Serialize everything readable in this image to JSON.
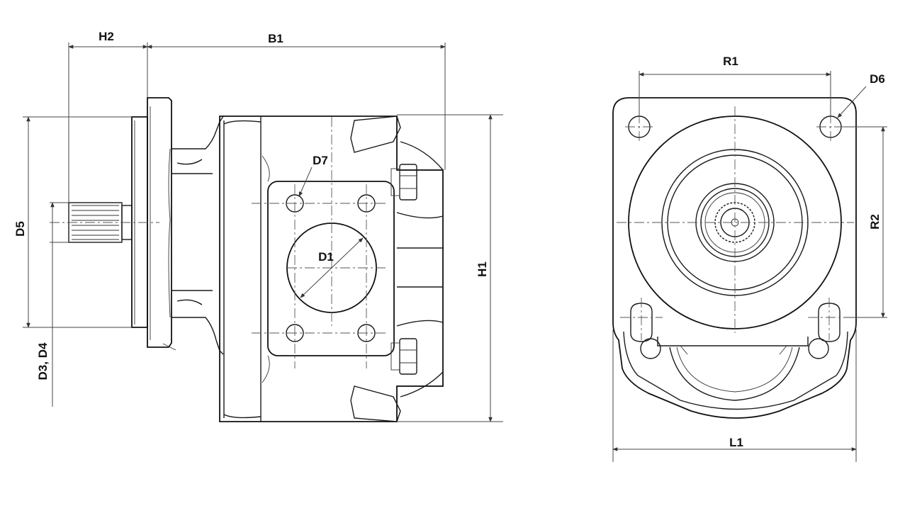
{
  "labels": {
    "h2": "H2",
    "b1": "B1",
    "d5": "D5",
    "d3_d4": "D3,  D4",
    "d7": "D7",
    "d1": "D1",
    "h1": "H1",
    "r1": "R1",
    "d6": "D6",
    "r2": "R2",
    "l1": "L1"
  },
  "colors": {
    "line": "#1a1a1a",
    "dimension": "#444444",
    "background": "#ffffff"
  }
}
